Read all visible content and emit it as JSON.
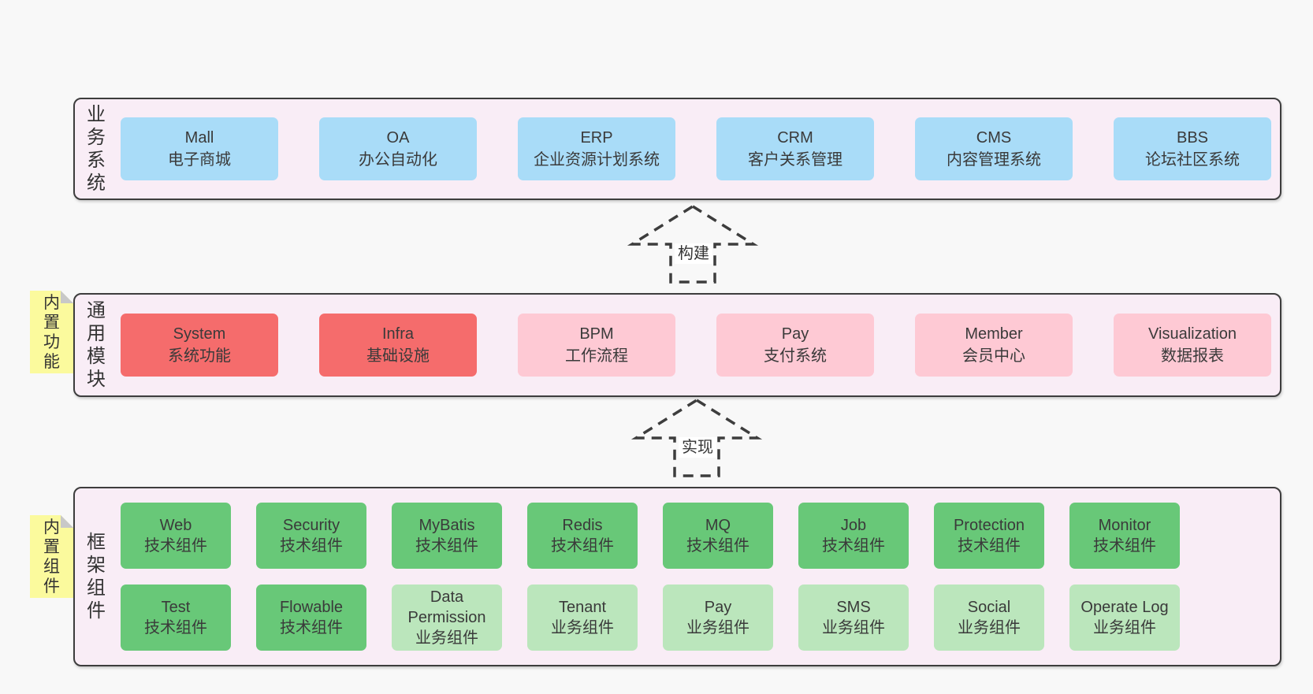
{
  "colors": {
    "page_bg": "#f8f8f8",
    "panel_bg": "#f9edf6",
    "panel_border": "#3d3d3d",
    "box_blue": "#a9dcf8",
    "box_red": "#f56c6c",
    "box_pink": "#fec9d4",
    "box_green": "#68c878",
    "box_light_green": "#bbe6bc",
    "note_yellow": "#fbfa9d",
    "note_fold": "#c8c8c8",
    "text": "#3a3a3a"
  },
  "layers": [
    {
      "label": "业务系统",
      "rows": [
        [
          {
            "name": "Mall",
            "desc": "电子商城"
          },
          {
            "name": "OA",
            "desc": "办公自动化"
          },
          {
            "name": "ERP",
            "desc": "企业资源计划系统"
          },
          {
            "name": "CRM",
            "desc": "客户关系管理"
          },
          {
            "name": "CMS",
            "desc": "内容管理系统"
          },
          {
            "name": "BBS",
            "desc": "论坛社区系统"
          }
        ]
      ]
    },
    {
      "label": "通用模块",
      "note": "内置功能",
      "rows": [
        [
          {
            "name": "System",
            "desc": "系统功能"
          },
          {
            "name": "Infra",
            "desc": "基础设施"
          },
          {
            "name": "BPM",
            "desc": "工作流程"
          },
          {
            "name": "Pay",
            "desc": "支付系统"
          },
          {
            "name": "Member",
            "desc": "会员中心"
          },
          {
            "name": "Visualization",
            "desc": "数据报表"
          }
        ]
      ]
    },
    {
      "label": "框架组件",
      "note": "内置组件",
      "rows": [
        [
          {
            "name": "Web",
            "desc": "技术组件"
          },
          {
            "name": "Security",
            "desc": "技术组件"
          },
          {
            "name": "MyBatis",
            "desc": "技术组件"
          },
          {
            "name": "Redis",
            "desc": "技术组件"
          },
          {
            "name": "MQ",
            "desc": "技术组件"
          },
          {
            "name": "Job",
            "desc": "技术组件"
          },
          {
            "name": "Protection",
            "desc": "技术组件"
          },
          {
            "name": "Monitor",
            "desc": "技术组件"
          }
        ],
        [
          {
            "name": "Test",
            "desc": "技术组件"
          },
          {
            "name": "Flowable",
            "desc": "技术组件"
          },
          {
            "name": "Data Permission",
            "desc": "业务组件"
          },
          {
            "name": "Tenant",
            "desc": "业务组件"
          },
          {
            "name": "Pay",
            "desc": "业务组件"
          },
          {
            "name": "SMS",
            "desc": "业务组件"
          },
          {
            "name": "Social",
            "desc": "业务组件"
          },
          {
            "name": "Operate Log",
            "desc": "业务组件"
          }
        ]
      ]
    }
  ],
  "arrows": [
    {
      "label": "构建"
    },
    {
      "label": "实现"
    }
  ]
}
